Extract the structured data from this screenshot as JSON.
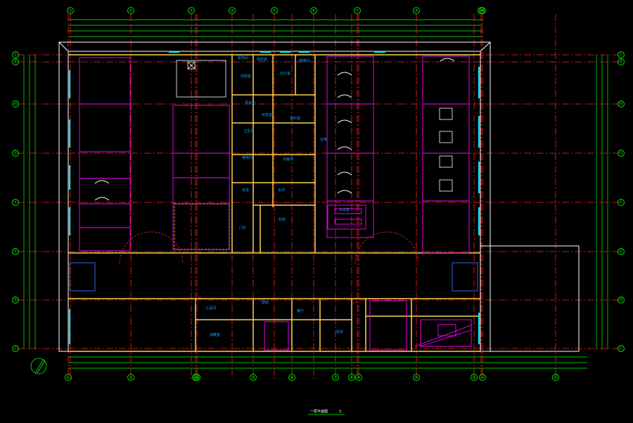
{
  "drawing": {
    "title": "一层平面图",
    "scale": "1:",
    "colors": {
      "background": "#000000",
      "axis": "#ff2020",
      "grid_bubble": "#00ff00",
      "dimension": "#00ff00",
      "wall": "#ffd24a",
      "partition": "#ff00ff",
      "outline": "#ffffff",
      "room_label": "#00a0ff",
      "window": "#00e5ff"
    }
  },
  "grid_top": [
    "①",
    "②",
    "③",
    "④",
    "⑤",
    "⑥",
    "⑦",
    "⑧",
    "⑨",
    "⑩"
  ],
  "grid_bottom": [
    "①",
    "②",
    "③",
    "④",
    "⑤",
    "⑥",
    "⑦",
    "⑧",
    "⑨",
    "⑩",
    "⑪",
    "⑫",
    "⑬"
  ],
  "grid_left": [
    "Ⓛ",
    "Ⓚ",
    "Ⓗ",
    "Ⓖ",
    "Ⓕ",
    "Ⓔ",
    "Ⓓ",
    "Ⓒ"
  ],
  "grid_right": [
    "Ⓛ",
    "Ⓚ",
    "Ⓗ",
    "Ⓖ",
    "Ⓕ",
    "Ⓔ",
    "Ⓓ",
    "Ⓒ"
  ],
  "rooms": [
    {
      "label": "配电间"
    },
    {
      "label": "值班室"
    },
    {
      "label": "楼梯间"
    },
    {
      "label": "控制室"
    },
    {
      "label": "办公室"
    },
    {
      "label": "更衣室"
    },
    {
      "label": "休息室"
    },
    {
      "label": "资料室"
    },
    {
      "label": "卫生间"
    },
    {
      "label": "仓库"
    },
    {
      "label": "维修间"
    },
    {
      "label": "设备间"
    },
    {
      "label": "走道"
    },
    {
      "label": "车间"
    },
    {
      "label": "门厅"
    },
    {
      "label": "机房"
    },
    {
      "label": "会议室"
    },
    {
      "label": "工具间"
    },
    {
      "label": "厨房"
    },
    {
      "label": "餐厅"
    },
    {
      "label": "储藏室"
    },
    {
      "label": "泵房"
    }
  ]
}
